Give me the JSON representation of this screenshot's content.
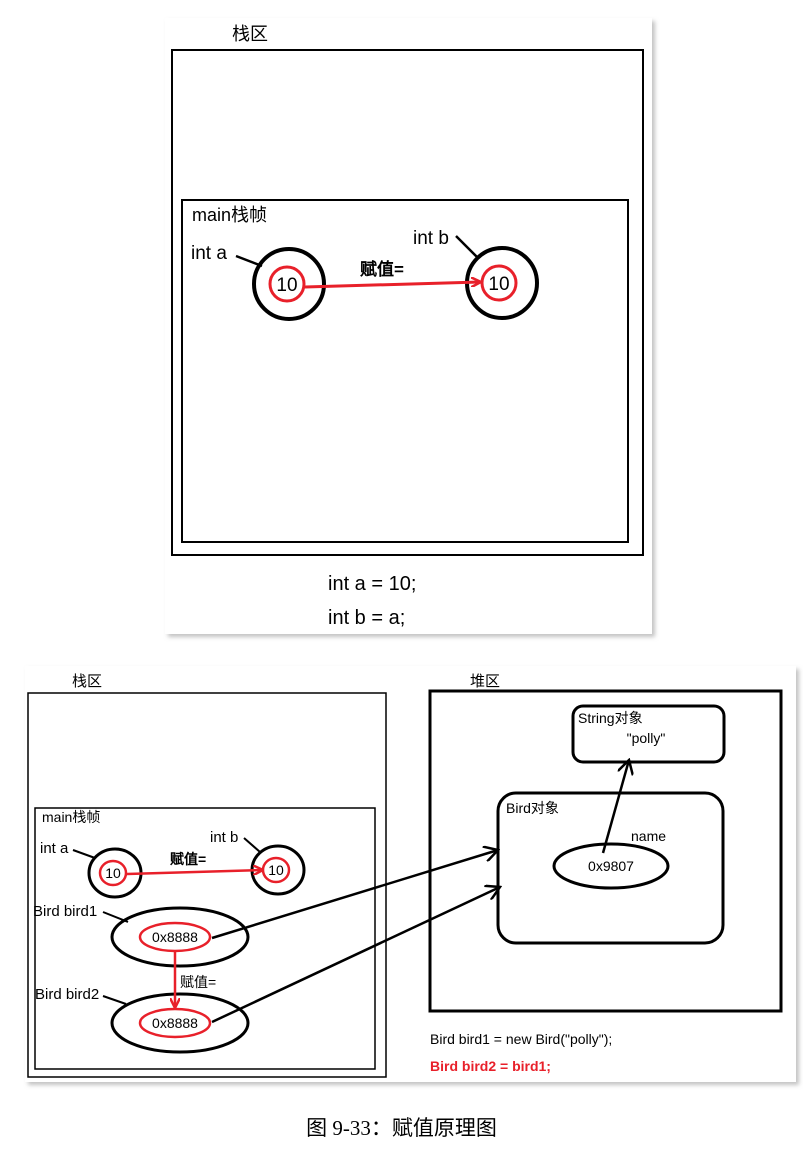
{
  "top_panel": {
    "stack_label": "栈区",
    "frame_label": "main栈帧",
    "var_a_label": "int a",
    "var_b_label": "int b",
    "value_a": "10",
    "value_b": "10",
    "assign_label": "赋值=",
    "code_line1": "int a = 10;",
    "code_line2": "int b = a;"
  },
  "bottom_panel": {
    "stack_label": "栈区",
    "heap_label": "堆区",
    "frame_label": "main栈帧",
    "var_a_label": "int a",
    "var_b_label": "int b",
    "value_a": "10",
    "value_b": "10",
    "assign_label_1": "赋值=",
    "bird1_label": "Bird bird1",
    "bird2_label": "Bird bird2",
    "bird1_ref": "0x8888",
    "bird2_ref": "0x8888",
    "assign_label_2": "赋值=",
    "bird_object_label": "Bird对象",
    "name_field_label": "name",
    "name_ref": "0x9807",
    "string_object_label": "String对象",
    "string_value": "\"polly\"",
    "code_line1": "Bird bird1 = new Bird(\"polly\");",
    "code_line2": "Bird bird2 = bird1;"
  },
  "caption": "图 9-33：赋值原理图",
  "colors": {
    "red": "#e8202a",
    "black": "#000000"
  }
}
